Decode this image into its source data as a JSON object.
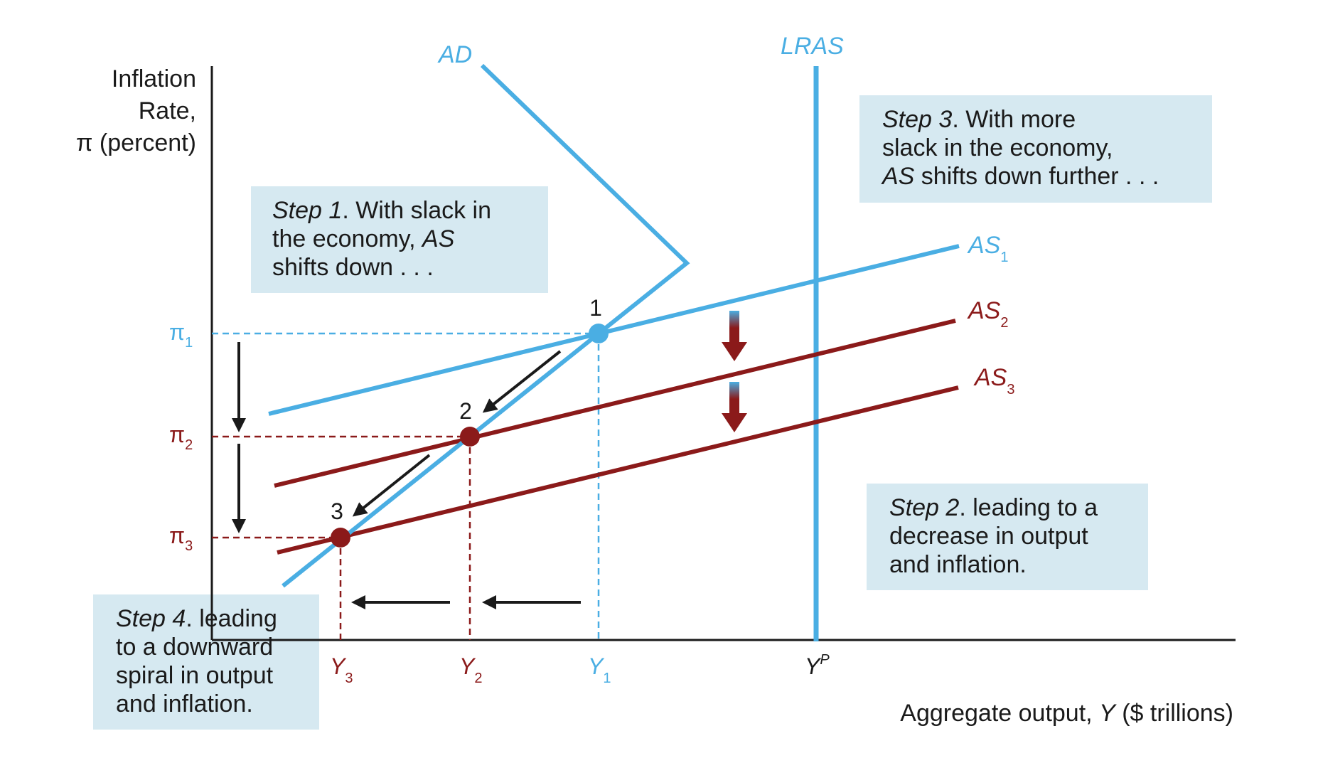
{
  "colors": {
    "blue": "#4aaee3",
    "red": "#8b1a1a",
    "black": "#1a1a1a",
    "box_fill": "#d6e9f1"
  },
  "labels": {
    "y_axis_title": [
      "Inflation",
      "Rate,",
      "π (percent)"
    ],
    "x_axis_title_prefix": "Aggregate output, ",
    "x_axis_title_var": "Y",
    "x_axis_title_suffix": " ($ trillions)",
    "ad": "AD",
    "lras": "LRAS",
    "as1": "AS",
    "as1_sub": "1",
    "as2": "AS",
    "as2_sub": "2",
    "as3": "AS",
    "as3_sub": "3",
    "pi1": "π",
    "pi1_sub": "1",
    "pi2": "π",
    "pi2_sub": "2",
    "pi3": "π",
    "pi3_sub": "3",
    "y1": "Y",
    "y1_sub": "1",
    "y2": "Y",
    "y2_sub": "2",
    "y3": "Y",
    "y3_sub": "3",
    "yp": "Y",
    "yp_sup": "P",
    "point1": "1",
    "point2": "2",
    "point3": "3"
  },
  "steps": {
    "step1": {
      "lead": "Step 1",
      "line1_rest": ". With slack in",
      "line2_pre": "the economy, ",
      "line2_ital": "AS",
      "line3": "shifts down . . ."
    },
    "step2": {
      "lead": "Step 2",
      "line1_rest": ". leading to a",
      "line2": "decrease in output",
      "line3": "and inflation."
    },
    "step3": {
      "lead": "Step 3",
      "line1_rest": ". With more",
      "line2": "slack in the economy,",
      "line3_ital": "AS",
      "line3_rest": " shifts down further . . ."
    },
    "step4": {
      "lead": "Step 4",
      "line1_rest": ". leading",
      "line2": "to a downward",
      "line3": "spiral in output",
      "line4": "and inflation."
    }
  }
}
